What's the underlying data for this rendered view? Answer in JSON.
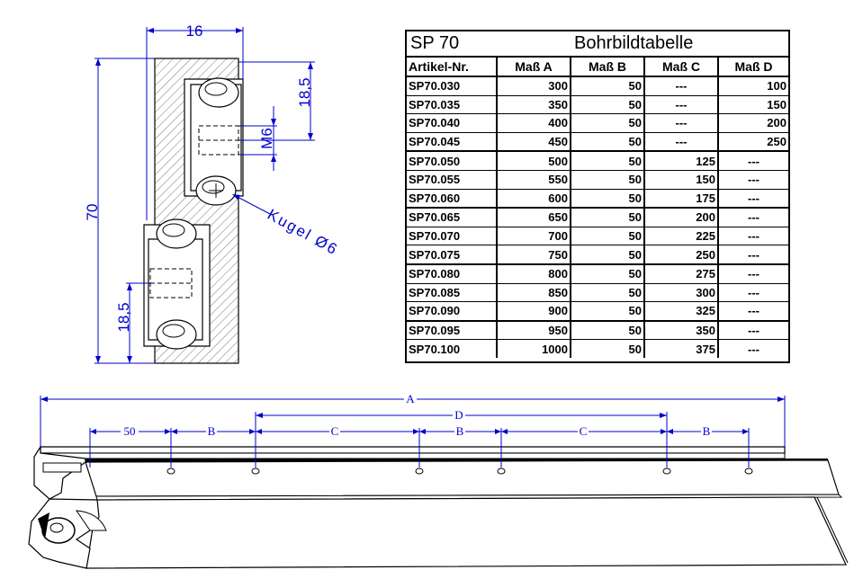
{
  "table": {
    "title": "SP 70",
    "subtitle": "Bohrbildtabelle",
    "headers": [
      "Artikel-Nr.",
      "Maß A",
      "Maß B",
      "Maß C",
      "Maß D"
    ],
    "rows": [
      [
        "SP70.030",
        "300",
        "50",
        "---",
        "100"
      ],
      [
        "SP70.035",
        "350",
        "50",
        "---",
        "150"
      ],
      [
        "SP70.040",
        "400",
        "50",
        "---",
        "200"
      ],
      [
        "SP70.045",
        "450",
        "50",
        "---",
        "250"
      ],
      [
        "SP70.050",
        "500",
        "50",
        "125",
        "---"
      ],
      [
        "SP70.055",
        "550",
        "50",
        "150",
        "---"
      ],
      [
        "SP70.060",
        "600",
        "50",
        "175",
        "---"
      ],
      [
        "SP70.065",
        "650",
        "50",
        "200",
        "---"
      ],
      [
        "SP70.070",
        "700",
        "50",
        "225",
        "---"
      ],
      [
        "SP70.075",
        "750",
        "50",
        "250",
        "---"
      ],
      [
        "SP70.080",
        "800",
        "50",
        "275",
        "---"
      ],
      [
        "SP70.085",
        "850",
        "50",
        "300",
        "---"
      ],
      [
        "SP70.090",
        "900",
        "50",
        "325",
        "---"
      ],
      [
        "SP70.095",
        "950",
        "50",
        "350",
        "---"
      ],
      [
        "SP70.100",
        "1000",
        "50",
        "375",
        "---"
      ]
    ]
  },
  "section": {
    "width_16": "16",
    "height_70": "70",
    "top_18_5": "18,5",
    "bottom_18_5": "18,5",
    "thread": "M6",
    "ball": "Kugel Ø6"
  },
  "rail": {
    "dim_A": "A",
    "dim_D": "D",
    "dim_50": "50",
    "dim_B1": "B",
    "dim_C1": "C",
    "dim_B2": "B",
    "dim_C2": "C",
    "dim_B3": "B"
  },
  "colors": {
    "dimension": "#0000cc",
    "outline": "#000000"
  }
}
